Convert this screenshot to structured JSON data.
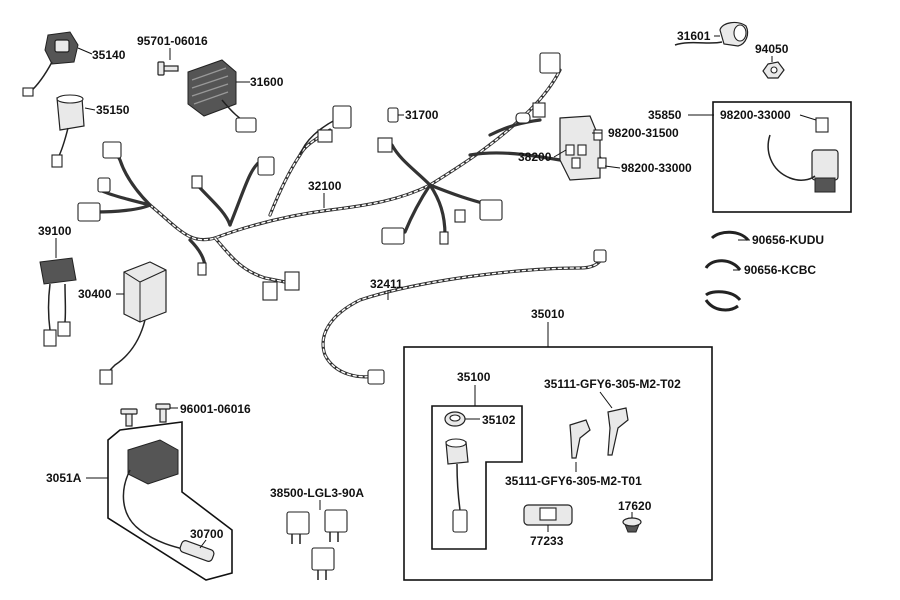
{
  "labels": {
    "p35140": "35140",
    "p95701": "95701-06016",
    "p31600": "31600",
    "p35150": "35150",
    "p31700": "31700",
    "p31601": "31601",
    "p94050": "94050",
    "p35850": "35850",
    "p98200a": "98200-33000",
    "p98200b": "98200-31500",
    "p38200": "38200",
    "p98200c": "98200-33000",
    "p32100": "32100",
    "p39100": "39100",
    "p30400": "30400",
    "p90656a": "90656-KUDU",
    "p90656b": "90656-KCBC",
    "p32411": "32411",
    "p35010": "35010",
    "p35100": "35100",
    "p35102": "35102",
    "p35111a": "35111-GFY6-305-M2-T02",
    "p35111b": "35111-GFY6-305-M2-T01",
    "p96001": "96001-06016",
    "p3051a": "3051A",
    "p30700": "30700",
    "p38500": "38500-LGL3-90A",
    "p77233": "77233",
    "p17620": "17620"
  }
}
